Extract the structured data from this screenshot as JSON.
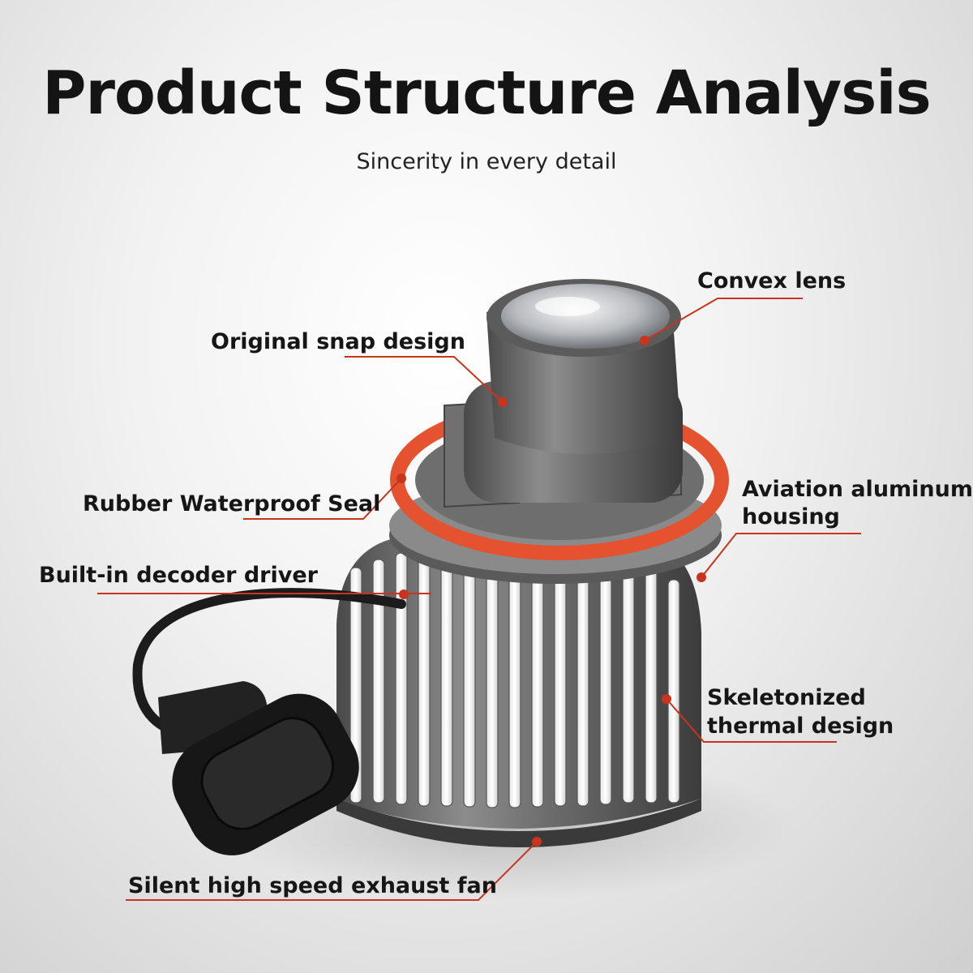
{
  "header": {
    "title": "Product Structure Analysis",
    "subtitle": "Sincerity in every detail"
  },
  "callouts": {
    "convex_lens": "Convex lens",
    "snap_design": "Original snap design",
    "rubber_seal": "Rubber Waterproof Seal",
    "aluminum_line1": "Aviation aluminum",
    "aluminum_line2": "housing",
    "decoder_driver": "Built-in decoder driver",
    "thermal_line1": "Skeletonized",
    "thermal_line2": "thermal design",
    "exhaust_fan": "Silent high speed exhaust fan"
  },
  "colors": {
    "leader_line": "#c9341e",
    "seal_ring": "#e4522f"
  }
}
